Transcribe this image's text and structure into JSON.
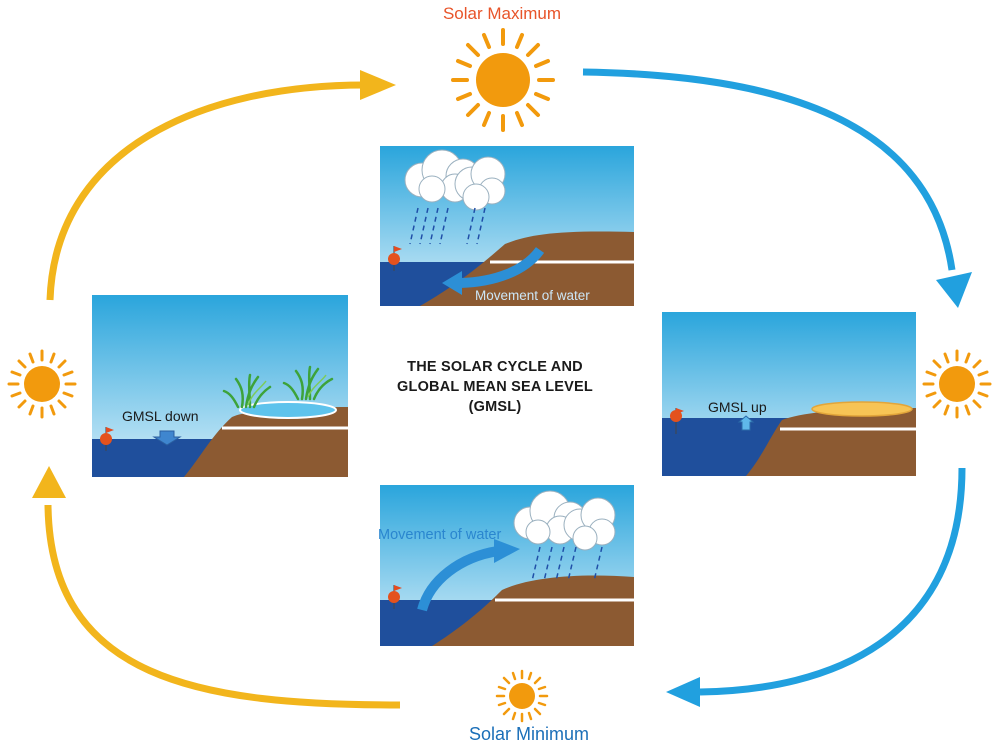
{
  "diagram": {
    "title_lines": [
      "THE SOLAR CYCLE AND",
      "GLOBAL MEAN SEA LEVEL",
      "(GMSL)"
    ],
    "solar_maximum_label": "Solar Maximum",
    "solar_minimum_label": "Solar Minimum",
    "panels": {
      "top": {
        "caption": "Movement of water"
      },
      "bottom": {
        "caption": "Movement of water"
      },
      "left": {
        "caption": "GMSL down"
      },
      "right": {
        "caption": "GMSL up"
      }
    },
    "colors": {
      "yellow_arrow": "#f2b51c",
      "blue_arrow": "#21a0df",
      "sun": "#f29a0d",
      "sea": "#1f4f9c",
      "land": "#8c5a32",
      "sky_top": "#2aa5dc",
      "sky_bottom": "#d6eef9",
      "solar_max_text": "#e8542a",
      "solar_min_text": "#1b6fb8"
    },
    "icons": [
      "sun-icon",
      "cloud-icon",
      "rain-icon",
      "buoy-flag-icon",
      "grass-icon",
      "arrow-icon"
    ]
  }
}
